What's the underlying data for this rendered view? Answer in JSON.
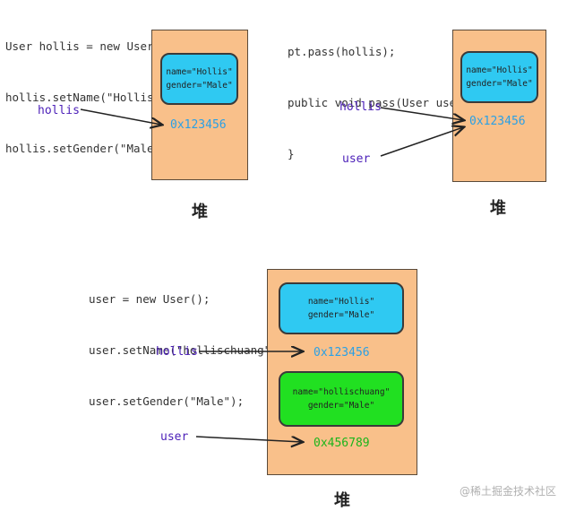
{
  "panel1": {
    "code": [
      "User hollis = new User();",
      "hollis.setName(\"Hollis\");",
      "hollis.setGender(\"Male\");"
    ],
    "object": {
      "name": "name=\"Hollis\"",
      "gender": "gender=\"Male\""
    },
    "address": "0x123456",
    "var": "hollis",
    "heap_label": "堆"
  },
  "panel2": {
    "code": [
      "pt.pass(hollis);",
      "public void pass(User user) {",
      "}"
    ],
    "object": {
      "name": "name=\"Hollis\"",
      "gender": "gender=\"Male\""
    },
    "address": "0x123456",
    "var1": "hollis",
    "var2": "user",
    "heap_label": "堆"
  },
  "panel3": {
    "code": [
      "user = new User();",
      "user.setName(\"hollischuang\");",
      "user.setGender(\"Male\");"
    ],
    "object1": {
      "name": "name=\"Hollis\"",
      "gender": "gender=\"Male\""
    },
    "address1": "0x123456",
    "object2": {
      "name": "name=\"hollischuang\"",
      "gender": "gender=\"Male\""
    },
    "address2": "0x456789",
    "var1": "hollis",
    "var2": "user",
    "heap_label": "堆"
  },
  "watermark": "@稀土掘金技术社区",
  "colors": {
    "heap": "#f9c08a",
    "object_blue": "#2fc9f2",
    "object_green": "#21e021",
    "address_blue": "#2aa0e6",
    "address_green": "#1bb51b",
    "var": "#4b1fb8"
  }
}
